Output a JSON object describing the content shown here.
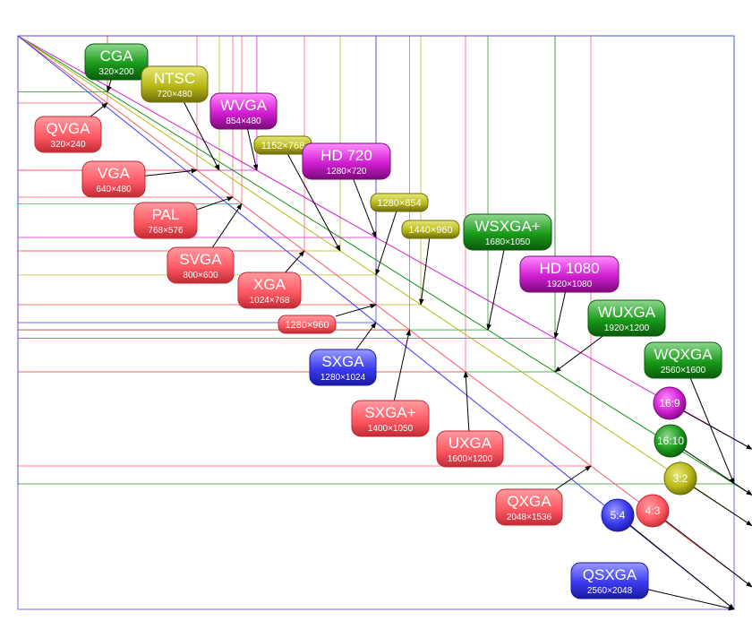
{
  "colors": {
    "red": "#ff5a64",
    "green": "#1a9a1a",
    "olive": "#b8b818",
    "magenta": "#d21ed2",
    "blue": "#3a3af0"
  },
  "resolutions": [
    {
      "id": "cga",
      "name": "CGA",
      "size": "320×200",
      "w": 320,
      "h": 200,
      "color": "green"
    },
    {
      "id": "qvga",
      "name": "QVGA",
      "size": "320×240",
      "w": 320,
      "h": 240,
      "color": "red"
    },
    {
      "id": "ntsc",
      "name": "NTSC",
      "size": "720×480",
      "w": 720,
      "h": 480,
      "color": "olive"
    },
    {
      "id": "wvga",
      "name": "WVGA",
      "size": "854×480",
      "w": 854,
      "h": 480,
      "color": "magenta"
    },
    {
      "id": "r1152",
      "name": "",
      "size": "1152×768",
      "w": 1152,
      "h": 768,
      "color": "olive"
    },
    {
      "id": "vga",
      "name": "VGA",
      "size": "640×480",
      "w": 640,
      "h": 480,
      "color": "red"
    },
    {
      "id": "hd720",
      "name": "HD 720",
      "size": "1280×720",
      "w": 1280,
      "h": 720,
      "color": "magenta"
    },
    {
      "id": "r1280x854",
      "name": "",
      "size": "1280×854",
      "w": 1280,
      "h": 854,
      "color": "olive"
    },
    {
      "id": "pal",
      "name": "PAL",
      "size": "768×576",
      "w": 768,
      "h": 576,
      "color": "red"
    },
    {
      "id": "r1440",
      "name": "",
      "size": "1440×960",
      "w": 1440,
      "h": 960,
      "color": "olive"
    },
    {
      "id": "wsxgaplus",
      "name": "WSXGA+",
      "size": "1680×1050",
      "w": 1680,
      "h": 1050,
      "color": "green"
    },
    {
      "id": "svga",
      "name": "SVGA",
      "size": "800×600",
      "w": 800,
      "h": 600,
      "color": "red"
    },
    {
      "id": "hd1080",
      "name": "HD 1080",
      "size": "1920×1080",
      "w": 1920,
      "h": 1080,
      "color": "magenta"
    },
    {
      "id": "xga",
      "name": "XGA",
      "size": "1024×768",
      "w": 1024,
      "h": 768,
      "color": "red"
    },
    {
      "id": "wuxga",
      "name": "WUXGA",
      "size": "1920×1200",
      "w": 1920,
      "h": 1200,
      "color": "green"
    },
    {
      "id": "r1280x960",
      "name": "",
      "size": "1280×960",
      "w": 1280,
      "h": 960,
      "color": "red"
    },
    {
      "id": "sxga",
      "name": "SXGA",
      "size": "1280×1024",
      "w": 1280,
      "h": 1024,
      "color": "blue"
    },
    {
      "id": "wqxga",
      "name": "WQXGA",
      "size": "2560×1600",
      "w": 2560,
      "h": 1600,
      "color": "green"
    },
    {
      "id": "sxgaplus",
      "name": "SXGA+",
      "size": "1400×1050",
      "w": 1400,
      "h": 1050,
      "color": "red"
    },
    {
      "id": "uxga",
      "name": "UXGA",
      "size": "1600×1200",
      "w": 1600,
      "h": 1200,
      "color": "red"
    },
    {
      "id": "qxga",
      "name": "QXGA",
      "size": "2048×1536",
      "w": 2048,
      "h": 1536,
      "color": "red"
    },
    {
      "id": "qsxga",
      "name": "QSXGA",
      "size": "2560×2048",
      "w": 2560,
      "h": 2048,
      "color": "blue"
    }
  ],
  "ratios": [
    {
      "id": "r16x9",
      "label": "16:9",
      "num": 16,
      "den": 9,
      "color": "magenta"
    },
    {
      "id": "r16x10",
      "label": "16:10",
      "num": 16,
      "den": 10,
      "color": "green"
    },
    {
      "id": "r3x2",
      "label": "3:2",
      "num": 3,
      "den": 2,
      "color": "olive"
    },
    {
      "id": "r4x3",
      "label": "4:3",
      "num": 4,
      "den": 3,
      "color": "red"
    },
    {
      "id": "r5x4",
      "label": "5:4",
      "num": 5,
      "den": 4,
      "color": "blue"
    }
  ]
}
